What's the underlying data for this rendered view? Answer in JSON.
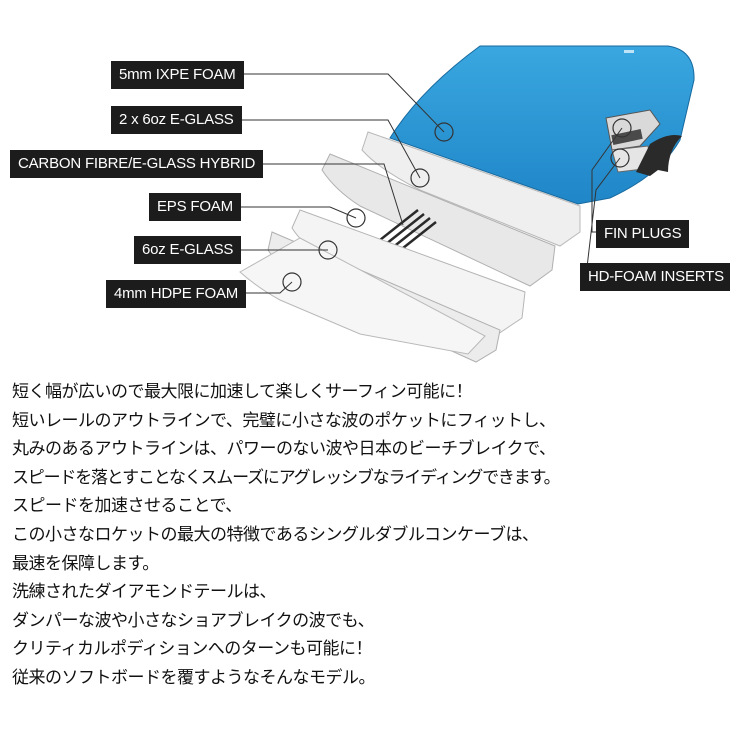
{
  "diagram": {
    "left_labels": [
      {
        "id": "ixpe",
        "text": "5mm IXPE FOAM"
      },
      {
        "id": "eglass2x",
        "text": "2 x 6oz E-GLASS"
      },
      {
        "id": "carbon",
        "text": "CARBON FIBRE/E-GLASS HYBRID"
      },
      {
        "id": "eps",
        "text": "EPS FOAM"
      },
      {
        "id": "eglass6",
        "text": "6oz E-GLASS"
      },
      {
        "id": "hdpe",
        "text": "4mm HDPE FOAM"
      }
    ],
    "right_labels": [
      {
        "id": "fin-plugs",
        "text": "FIN PLUGS"
      },
      {
        "id": "hd-foam",
        "text": "HD-FOAM INSERTS"
      }
    ],
    "colors": {
      "deck_blue": "#2b9bd8",
      "deck_blue_dark": "#1f7fbf",
      "layer_white": "#f2f2f2",
      "layer_grey": "#dcdcdc",
      "label_bg": "#1c1c1c",
      "fin": "#2a2a2a"
    }
  },
  "description": {
    "lines": [
      "短く幅が広いので最大限に加速して楽しくサーフィン可能に！",
      "短いレールのアウトラインで、完璧に小さな波のポケットにフィットし、",
      "丸みのあるアウトラインは、パワーのない波や日本のビーチブレイクで、",
      "スピードを落とすことなくスムーズにアグレッシブなライディングできます。",
      "スピードを加速させることで、",
      "この小さなロケットの最大の特徴であるシングルダブルコンケーブは、",
      "最速を保障します。",
      "洗練されたダイアモンドテールは、",
      "ダンパーな波や小さなショアブレイクの波でも、",
      "クリティカルポディションへのターンも可能に！",
      "従来のソフトボードを覆すようなそんなモデル。"
    ]
  }
}
